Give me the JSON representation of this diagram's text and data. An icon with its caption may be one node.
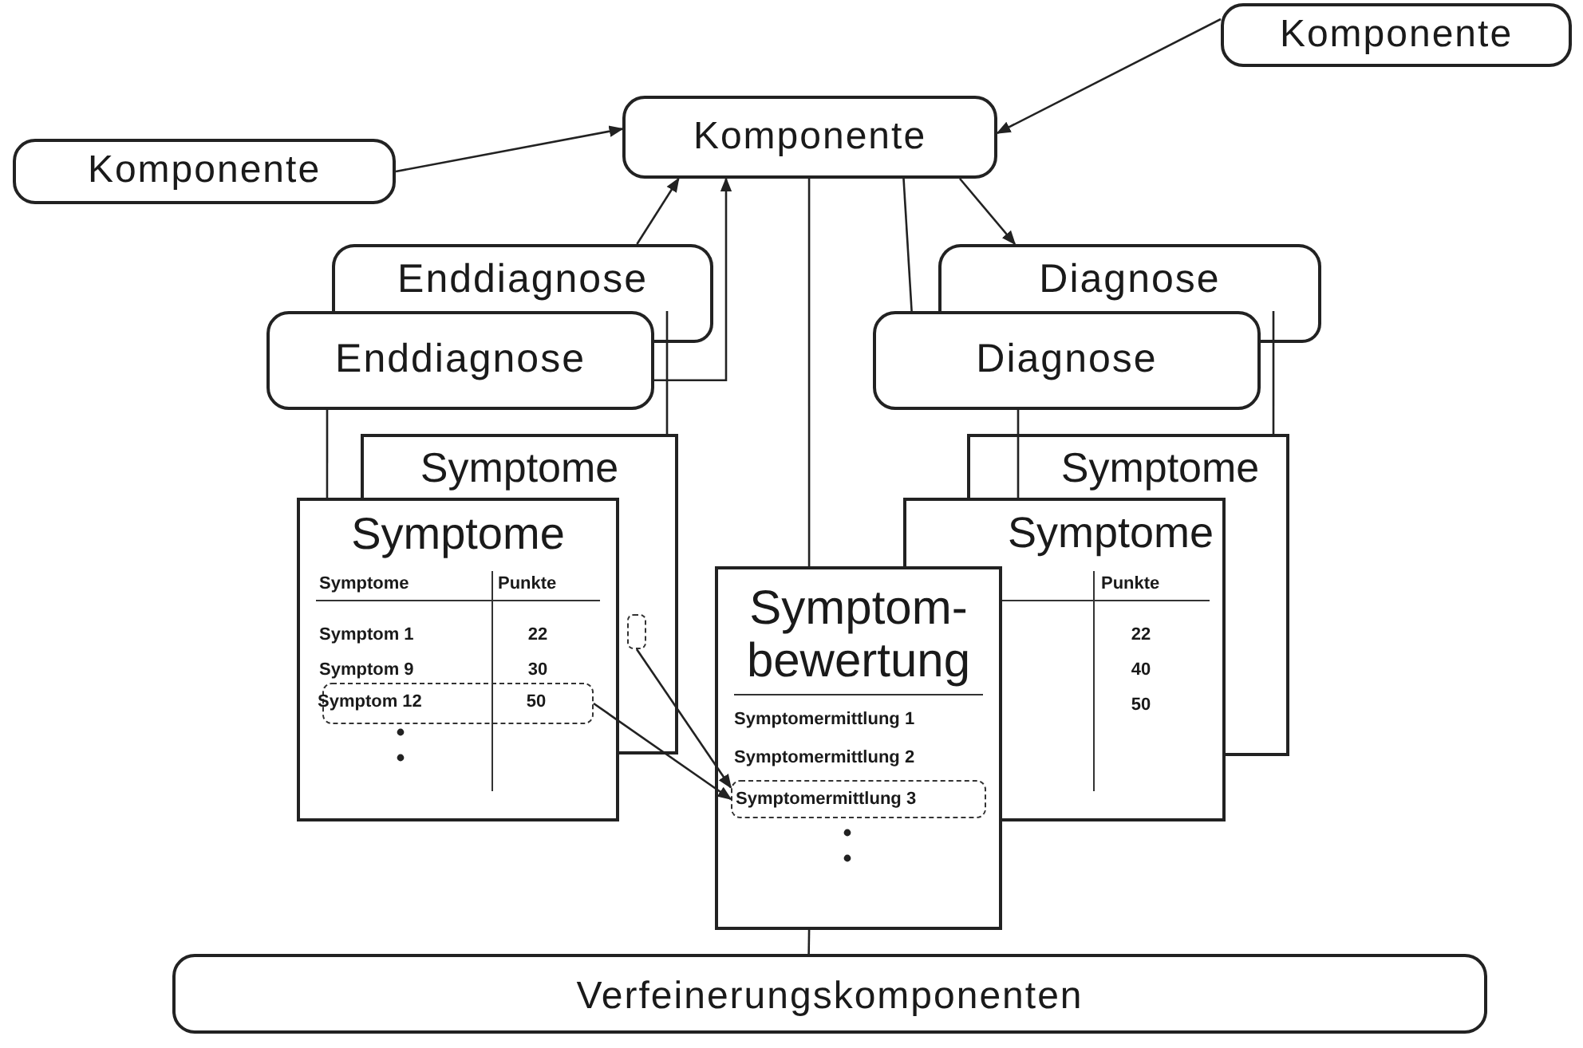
{
  "diagram": {
    "nodes": [
      {
        "text": [
          "Komponente"
        ]
      },
      {
        "text": [
          "Komponente"
        ]
      },
      {
        "text": [
          "Komponente"
        ]
      },
      {
        "text": [
          "Enddiagnose"
        ]
      },
      {
        "text": [
          "Enddiagnose"
        ]
      },
      {
        "text": [
          "Diagnose"
        ]
      },
      {
        "text": [
          "Diagnose"
        ]
      },
      {
        "text": [
          "Symptome"
        ]
      },
      {
        "text": [
          "Symptome",
          "Symptome",
          "Punkte",
          "Symptom 1",
          "22",
          "Symptom 9",
          "30"
        ]
      },
      {
        "text": [
          "Symptom 12",
          "50"
        ],
        "in": 8
      },
      {
        "text": [
          "Symptome"
        ]
      },
      {
        "text": [
          "Symptome",
          "Punkte",
          "22",
          "40",
          "50"
        ]
      },
      {
        "text": [],
        "shape": "box"
      },
      {
        "text": [
          "Symptom- bewertung",
          "Symptomermittlung 1",
          "Symptomermittlung 2"
        ]
      },
      {
        "text": [
          "Symptomermittlung 3"
        ],
        "in": 13
      },
      {
        "text": [
          "Verfeinerungskomponenten"
        ]
      }
    ],
    "edges": [
      {
        "from": 0,
        "to": 1,
        "arrow": "to"
      },
      {
        "from": 2,
        "to": 1,
        "arrow": "to"
      },
      {
        "from": 3,
        "to": 1,
        "arrow": "to"
      },
      {
        "from": 4,
        "to": 1,
        "arrow": "to"
      },
      {
        "from": 1,
        "to": 13,
        "arrow": "none"
      },
      {
        "from": 6,
        "to": 1,
        "arrow": "none"
      },
      {
        "from": 1,
        "to": 5,
        "arrow": "to"
      },
      {
        "from": 3,
        "to": 7,
        "arrow": "none"
      },
      {
        "from": 4,
        "to": 8,
        "arrow": "none"
      },
      {
        "from": 5,
        "to": 10,
        "arrow": "none"
      },
      {
        "from": 6,
        "to": 11,
        "arrow": "none"
      },
      {
        "from": 9,
        "to": 14,
        "arrow": "to"
      },
      {
        "from": 12,
        "to": 14,
        "arrow": "to"
      },
      {
        "from": 13,
        "to": 15,
        "arrow": "none"
      }
    ]
  }
}
